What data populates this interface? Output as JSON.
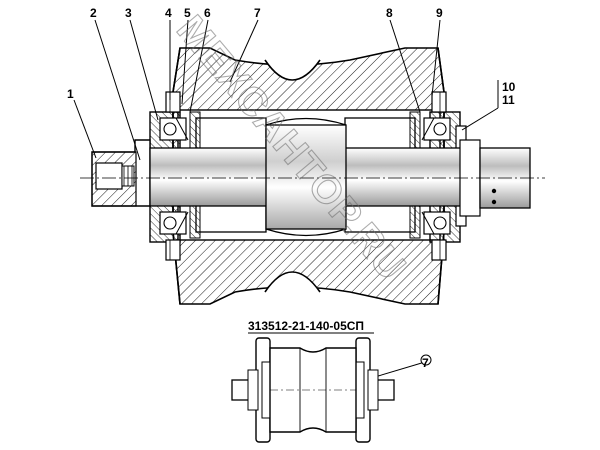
{
  "labels": {
    "l1": "1",
    "l2": "2",
    "l3": "3",
    "l4": "4",
    "l5": "5",
    "l6": "6",
    "l7": "7",
    "l8": "8",
    "l9": "9",
    "l10": "10",
    "l11": "11",
    "detail_7": "7"
  },
  "caption": "313512-21-140-05СП",
  "watermark": "MEXCAHTOP.RU"
}
